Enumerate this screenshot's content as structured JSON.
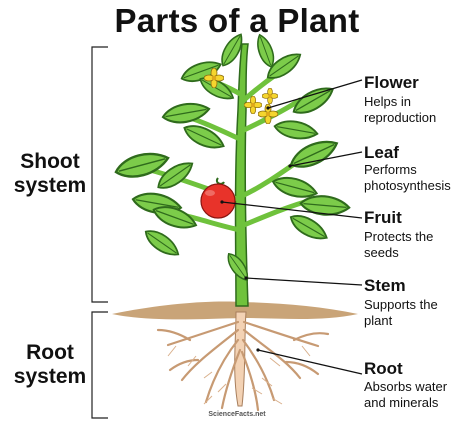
{
  "title": "Parts of a Plant",
  "systems": {
    "shoot": [
      "Shoot",
      "system"
    ],
    "root": [
      "Root",
      "system"
    ]
  },
  "parts": [
    {
      "name": "Flower",
      "desc": [
        "Helps in",
        "reproduction"
      ]
    },
    {
      "name": "Leaf",
      "desc": [
        "Performs",
        "photosynthesis"
      ]
    },
    {
      "name": "Fruit",
      "desc": [
        "Protects the",
        "seeds"
      ]
    },
    {
      "name": "Stem",
      "desc": [
        "Supports the",
        "plant"
      ]
    },
    {
      "name": "Root",
      "desc": [
        "Absorbs water",
        "and minerals"
      ]
    }
  ],
  "watermark": "ScienceFacts.net",
  "colors": {
    "leaf": "#7ccc4a",
    "leaf_outline": "#2f6b1c",
    "stem": "#6fc23c",
    "flower": "#f5d52e",
    "fruit": "#e8332a",
    "soil": "#c9a478",
    "root": "#f3d2b4"
  }
}
